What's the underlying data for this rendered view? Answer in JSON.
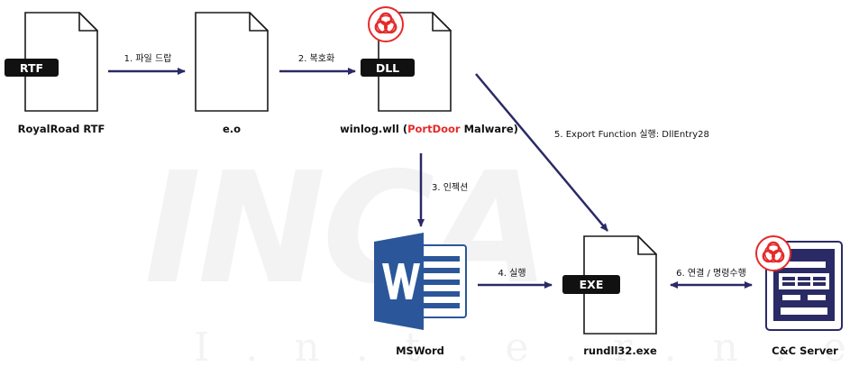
{
  "watermark": {
    "logo": "INCA",
    "tagline": "I.n.t.e.r.n.e.t"
  },
  "colors": {
    "arrow": "#2a2a66",
    "malware_red": "#e52a2a",
    "badge_bg": "#111111",
    "word_blue": "#2b579a"
  },
  "nodes": {
    "rtf": {
      "badge": "RTF",
      "label": "RoyalRoad RTF",
      "icon": "file-icon"
    },
    "eo": {
      "label": "e.o",
      "icon": "file-icon"
    },
    "dll": {
      "badge": "DLL",
      "label_pre": "winlog.wll (",
      "label_red": "PortDoor",
      "label_post": " Malware)",
      "icon": "file-icon",
      "marker": "biohazard-icon"
    },
    "msword": {
      "label": "MSWord",
      "icon": "word-icon"
    },
    "rundll": {
      "badge": "EXE",
      "label": "rundll32.exe",
      "icon": "file-icon"
    },
    "cc": {
      "label": "C&C Server",
      "icon": "server-icon",
      "marker": "biohazard-icon"
    }
  },
  "edges": [
    {
      "label": "1. 파일 드랍"
    },
    {
      "label": "2. 복호화"
    },
    {
      "label": "3. 인젝션"
    },
    {
      "label": "4. 실행"
    },
    {
      "label": "5. Export Function 실행: DllEntry28"
    },
    {
      "label": "6. 연결 / 명령수행"
    }
  ]
}
